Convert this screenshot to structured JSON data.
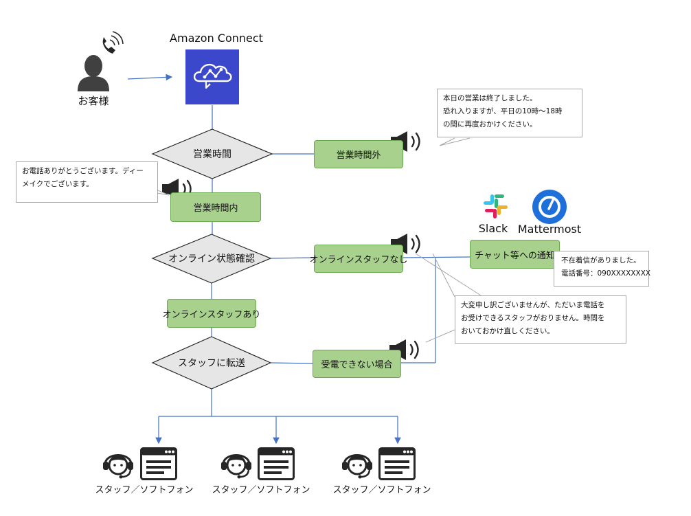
{
  "connect": {
    "title": "Amazon Connect"
  },
  "customer": {
    "label": "お客様"
  },
  "decisions": {
    "hours": "営業時間",
    "online": "オンライン状態確認",
    "transfer": "スタッフに転送"
  },
  "boxes": {
    "after_hours": "営業時間外",
    "in_hours": "営業時間内",
    "no_staff": "オンラインスタッフなし",
    "staff_available": "オンラインスタッフあり",
    "unanswered": "受電できない場合",
    "notify": "チャット等への通知"
  },
  "notes": {
    "closed": [
      "本日の営業は終了しました。",
      "恐れ入りますが、平日の10時～18時",
      "の間に再度おかけください。"
    ],
    "greeting": [
      "お電話ありがとうございます。ディー",
      "メイクでございます。"
    ],
    "missed": [
      "不在着信がありました。",
      "電話番号：090XXXXXXXX"
    ],
    "busy": [
      "大変申し訳ございませんが、ただいま電話を",
      "お受けできるスタッフがおりません。時間を",
      "おいておかけ直しください。"
    ]
  },
  "apps": {
    "slack": "Slack",
    "mattermost": "Mattermost"
  },
  "staff": [
    "スタッフ／ソフトフォン",
    "スタッフ／ソフトフォン",
    "スタッフ／ソフトフォン"
  ],
  "colors": {
    "connect": "#3b48cc",
    "box": "#a9d18e",
    "line": "#4472c4",
    "diamond": "#e7e6e6"
  },
  "icons": [
    "phone-ringing-icon",
    "person-icon",
    "connect-cloud-icon",
    "speaker-icon",
    "slack-icon",
    "mattermost-icon",
    "headset-operator-icon",
    "softphone-window-icon"
  ]
}
